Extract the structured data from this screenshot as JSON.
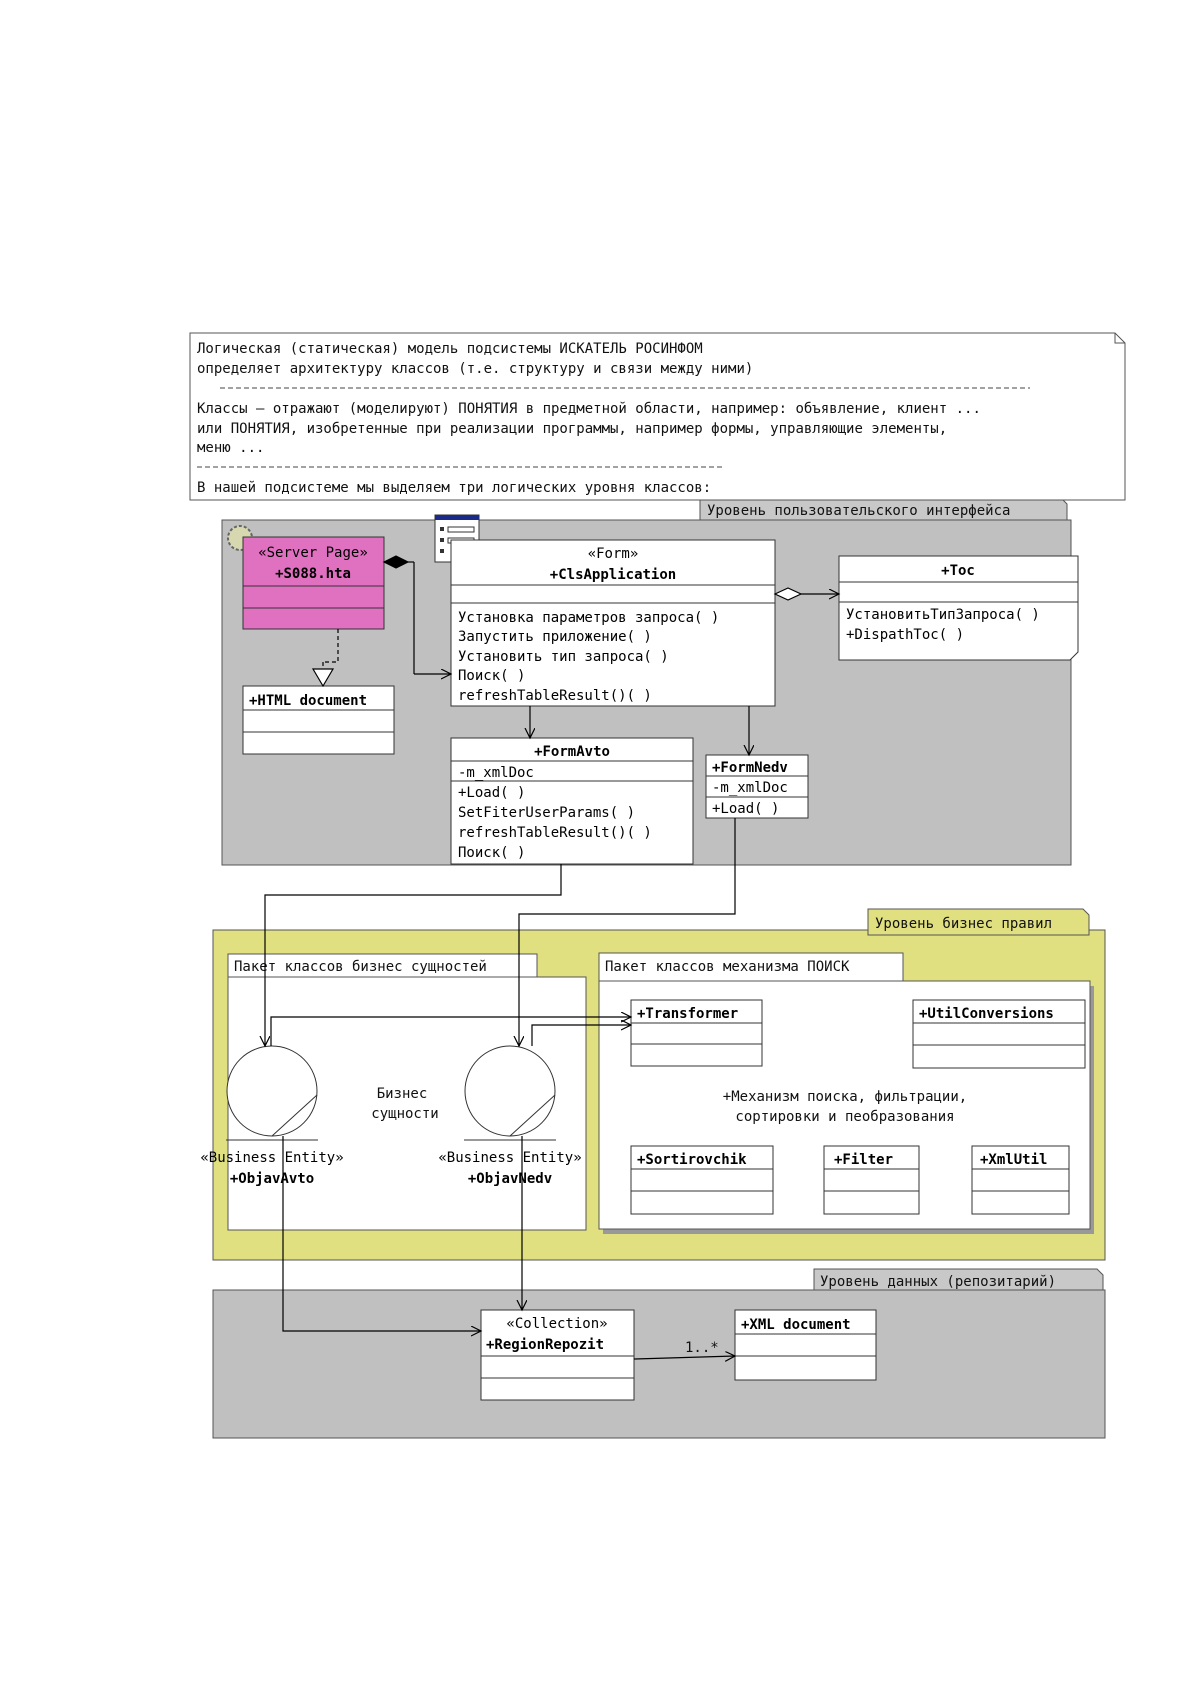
{
  "note": {
    "lines": [
      "Логическая (статическая) модель подсистемы ИСКАТЕЛЬ РОСИНФОМ",
      "определяет архитектуру классов (т.е. структуру и связи между ними)",
      "Классы – отражают (моделируют) ПОНЯТИЯ в предметной области, например: объявление, клиент ...",
      "или ПОНЯТИЯ, изобретенные при реализации программы, например формы, управляющие элементы,",
      "меню ...",
      "В нашей подсистеме мы выделяем три логических уровня классов:"
    ]
  },
  "packages": {
    "ui": "Уровень пользовательского интерфейса",
    "business": "Уровень бизнес правил",
    "data": "Уровень данных (репозитарий)",
    "entities": "Пакет классов бизнес сущностей",
    "search": "Пакет классов механизма ПОИСК"
  },
  "classes": {
    "server_page": {
      "stereotype": "«Server Page»",
      "name": "+S088.hta"
    },
    "html_document": {
      "name": "+HTML document"
    },
    "cls_application": {
      "stereotype": "«Form»",
      "name": "+ClsApplication",
      "methods": [
        "Установка параметров запроса( )",
        "Запустить приложение( )",
        "Установить тип запроса( )",
        "Поиск( )",
        "refreshTableResult()( )"
      ]
    },
    "toc": {
      "name": "+Toc",
      "methods": [
        "УстановитьТипЗапроса( )",
        "+DispathToc( )"
      ]
    },
    "form_avto": {
      "name": "+FormAvto",
      "attributes": [
        "-m_xmlDoc"
      ],
      "methods": [
        "+Load( )",
        "SetFiterUserParams( )",
        "refreshTableResult()( )",
        "Поиск( )"
      ]
    },
    "form_nedv": {
      "name": "+FormNedv",
      "attributes": [
        "-m_xmlDoc"
      ],
      "methods": [
        "+Load( )"
      ]
    },
    "transformer": {
      "name": "+Transformer"
    },
    "util_conversions": {
      "name": "+UtilConversions"
    },
    "sortirovchik": {
      "name": "+Sortirovchik"
    },
    "filter": {
      "name": "+Filter"
    },
    "xml_util": {
      "name": "+XmlUtil"
    },
    "objav_avto": {
      "stereotype": "«Business Entity»",
      "name": "+ObjavAvto"
    },
    "objav_nedv": {
      "stereotype": "«Business Entity»",
      "name": "+ObjavNedv"
    },
    "region_repozit": {
      "stereotype": "«Collection»",
      "name": "+RegionRepozit"
    },
    "xml_document": {
      "name": "+XML document"
    }
  },
  "labels": {
    "business_entities": [
      "Бизнес",
      "сущности"
    ],
    "search_mechanism": [
      "+Механизм поиска,  фильтрации,",
      "сортировки и пеобразования"
    ],
    "multiplicity": "1..*"
  },
  "colors": {
    "package_gray": "#c0c0c0",
    "package_yellow": "#e0e080",
    "server_page_fill": "#e070c0"
  }
}
